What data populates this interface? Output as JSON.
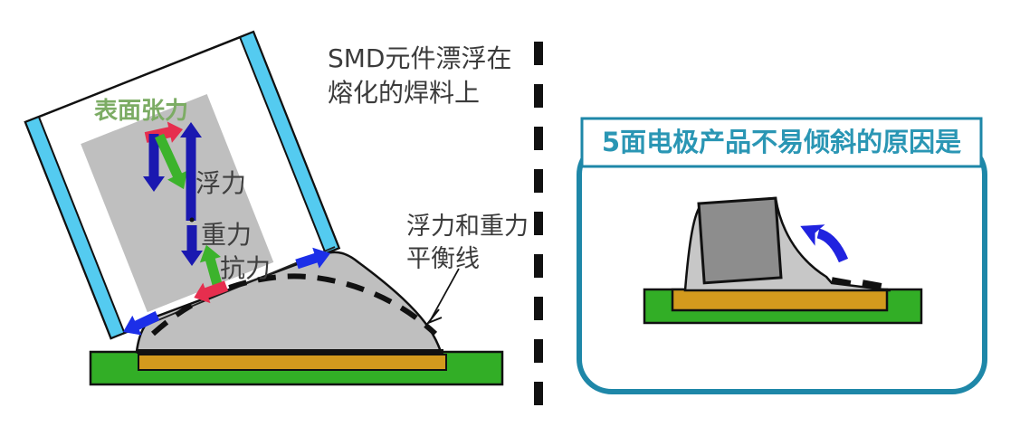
{
  "left_panel": {
    "caption": {
      "line1": "SMD元件漂浮在",
      "line2": "熔化的焊料上"
    },
    "force_labels": {
      "surface_tension": "表面张力",
      "buoyancy": "浮力",
      "gravity": "重力",
      "resistance": "抗力"
    },
    "balance_label": {
      "line1": "浮力和重力",
      "line2": "平衡线"
    }
  },
  "right_panel": {
    "title": "5面电极产品不易倾斜的原因是"
  },
  "colors": {
    "pcb_green": "#32AE26",
    "pad_orange": "#D39A1D",
    "solder_gray": "#BFBFBF",
    "component_body_gray": "#BFBFBF",
    "electrode_cyan": "#54CBF0",
    "navy_arrow": "#1A18B0",
    "contact_arrow_blue": "#1C2FE8",
    "green_arrow": "#3CB32C",
    "red_arrow": "#E62E4E",
    "surface_tension_text_green": "#7CAC64",
    "caption_text": "#3B3B3B",
    "teal_border": "#1E87A8",
    "teal_text": "#2A96B4",
    "rotation_arrow_blue": "#2023DF",
    "right_component_gray": "#8D8D8D",
    "right_fillet_gray": "#C7C7C7",
    "outline_black": "#111111"
  }
}
